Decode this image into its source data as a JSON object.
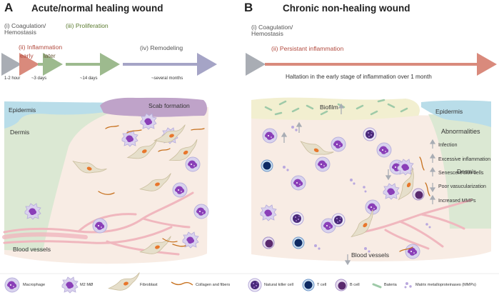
{
  "panel_a": {
    "letter": "A",
    "title": "Acute/normal healing wound",
    "stages": {
      "coagulation": "(i) Coagulation/\nHemostasis",
      "inflammation": "(ii) Inflammation",
      "early": "early",
      "later": "later",
      "proliferation": "(iii) Proliferation",
      "remodeling": "(iv) Remodeling"
    },
    "timeline": [
      "1-2 hour",
      "~3 days",
      "~14 days",
      "~several months"
    ],
    "tissue": {
      "epidermis": "Epidermis",
      "scab": "Scab formation",
      "dermis": "Dermis",
      "blood_vessels": "Blood vessels"
    }
  },
  "panel_b": {
    "letter": "B",
    "title": "Chronic non-healing wound",
    "stages": {
      "coagulation": "(i) Coagulation/\nHemostasis",
      "inflammation": "(ii) Persistant inflammation"
    },
    "halt_text": "Haltation in the early stage of inflammation over 1 month",
    "tissue": {
      "biofilm": "Biofilm",
      "epidermis": "Epidermis",
      "dermis": "Dermis",
      "blood_vessels": "Blood vessels"
    },
    "abnormalities": {
      "heading": "Abnormalities",
      "items": [
        {
          "label": "Infection",
          "dir": "up"
        },
        {
          "label": "Excessive inflammation",
          "dir": "up"
        },
        {
          "label": "Senescent skin cells",
          "dir": "up"
        },
        {
          "label": "Poor vasucularization",
          "dir": "down"
        },
        {
          "label": "Increased MMPs",
          "dir": "up"
        }
      ]
    }
  },
  "legend": [
    {
      "label": "Macrophage",
      "icon": "macrophage-icon"
    },
    {
      "label": "M2 MØ",
      "icon": "m2-macrophage-icon"
    },
    {
      "label": "Fibroblast",
      "icon": "fibroblast-icon"
    },
    {
      "label": "Collagen and fibers",
      "icon": "collagen-icon"
    },
    {
      "label": "Natural killer cell",
      "icon": "nk-cell-icon"
    },
    {
      "label": "T cell",
      "icon": "t-cell-icon"
    },
    {
      "label": "B cell",
      "icon": "b-cell-icon"
    },
    {
      "label": "Bateria",
      "icon": "bacteria-icon"
    },
    {
      "label": "Matrix metalloproteinases (MMPs)",
      "icon": "mmp-icon"
    }
  ],
  "colors": {
    "arrow_grey": "#a9adb4",
    "arrow_red": "#d98a7c",
    "arrow_green": "#9dba8e",
    "arrow_purple": "#a5a4c6",
    "epidermis": "#b9dde9",
    "scab": "#bfa3c9",
    "dermis": "#dbe8d3",
    "wound_bed": "#f8ece4",
    "biofilm": "#f2efd0",
    "vessel": "#f0b7be"
  }
}
